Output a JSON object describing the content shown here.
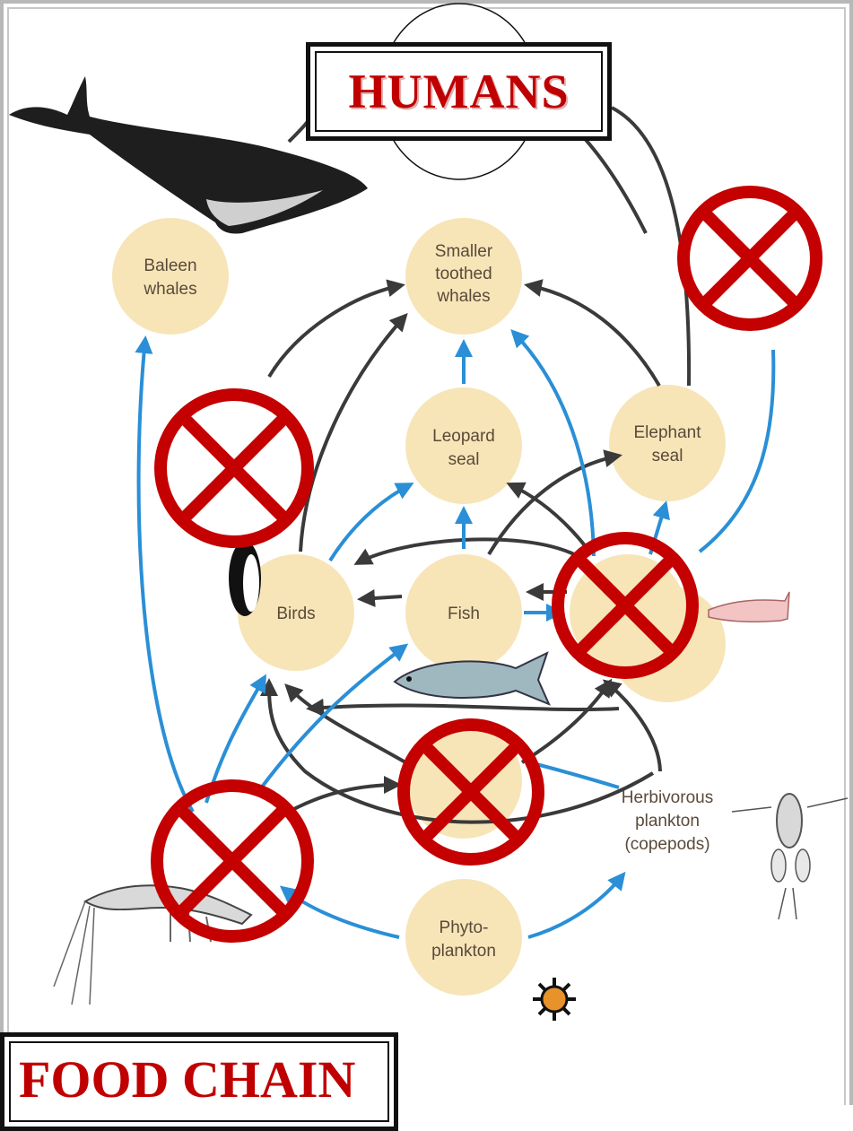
{
  "diagram": {
    "top_box_label": "HUMANS",
    "bottom_box_label": "FOOD CHAIN",
    "nodes": {
      "baleen_whales": [
        "Baleen",
        "whales"
      ],
      "smaller_toothed_whales": [
        "Smaller",
        "toothed",
        "whales"
      ],
      "leopard_seal": [
        "Leopard",
        "seal"
      ],
      "elephant_seal": [
        "Elephant",
        "seal"
      ],
      "birds": [
        "Birds"
      ],
      "fish": [
        "Fish"
      ],
      "herbivorous_plankton": [
        "Herbivorous",
        "plankton",
        "(copepods)"
      ],
      "phytoplankton": [
        "Phyto-",
        "plankton"
      ]
    },
    "colors": {
      "node_fill": "#f7e5b8",
      "blue_arrow": "#2a8fd6",
      "dark_arrow": "#3a3a3a",
      "cross_red": "#c40000",
      "title_red": "#c00000"
    }
  }
}
